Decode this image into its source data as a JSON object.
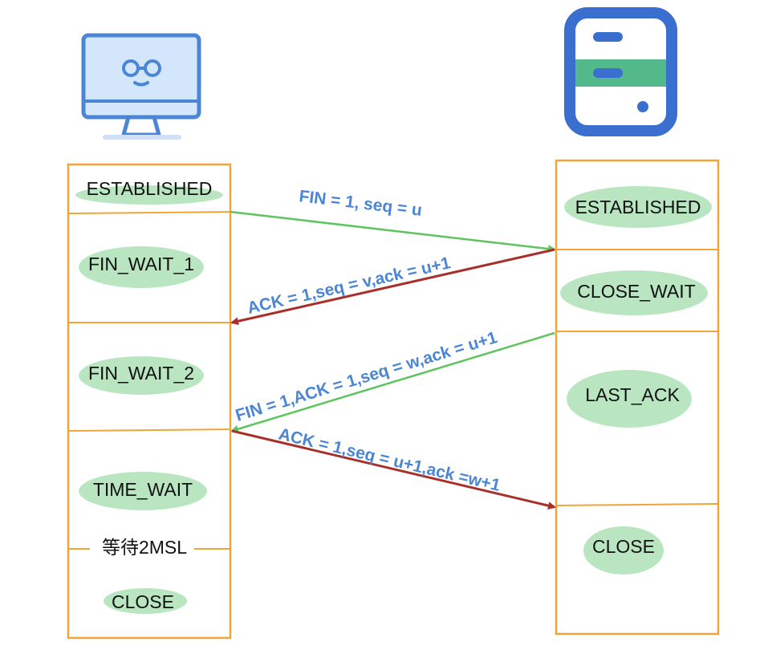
{
  "client": {
    "icon": "desktop-computer-icon",
    "states": [
      "ESTABLISHED",
      "FIN_WAIT_1",
      "FIN_WAIT_2",
      "TIME_WAIT",
      "等待2MSL",
      "CLOSE"
    ]
  },
  "server": {
    "icon": "server-icon",
    "states": [
      "ESTABLISHED",
      "CLOSE_WAIT",
      "LAST_ACK",
      "CLOSE"
    ]
  },
  "messages": [
    {
      "label": "FIN = 1, seq = u",
      "direction": "client-to-server",
      "color": "#5ec45e"
    },
    {
      "label": "ACK = 1,seq = v,ack = u+1",
      "direction": "server-to-client",
      "color": "#a8302a"
    },
    {
      "label": "FIN = 1,ACK = 1,seq = w,ack = u+1",
      "direction": "server-to-client",
      "color": "#5ec45e"
    },
    {
      "label": "ACK = 1,seq = u+1,ack =w+1",
      "direction": "client-to-server",
      "color": "#a8302a"
    }
  ],
  "colors": {
    "box_border": "#f0a53a",
    "highlight": "#7fd28e",
    "message_text": "#4a86d4",
    "client_icon": "#4a86d4",
    "server_icon": "#3a6fd0",
    "server_slot": "#54b98a"
  }
}
